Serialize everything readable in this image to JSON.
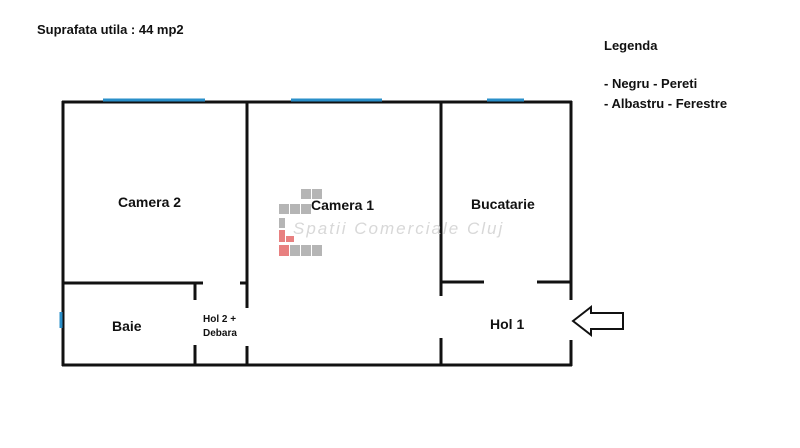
{
  "header": {
    "area": "Suprafata utila : 44 mp2"
  },
  "legend": {
    "title": "Legenda",
    "items": [
      "- Negru - Pereti",
      "- Albastru - Ferestre"
    ]
  },
  "rooms": {
    "camera2": "Camera 2",
    "camera1": "Camera 1",
    "bucatarie": "Bucatarie",
    "baie": "Baie",
    "hol2_line1": "Hol 2 +",
    "hol2_line2": "Debara",
    "hol1": "Hol 1"
  },
  "watermark": "Spatii Comerciale Cluj",
  "colors": {
    "wall": "#111111",
    "window": "#2a8fc9",
    "logo_red": "#e46a6a",
    "logo_gray": "#a9a9a9"
  }
}
